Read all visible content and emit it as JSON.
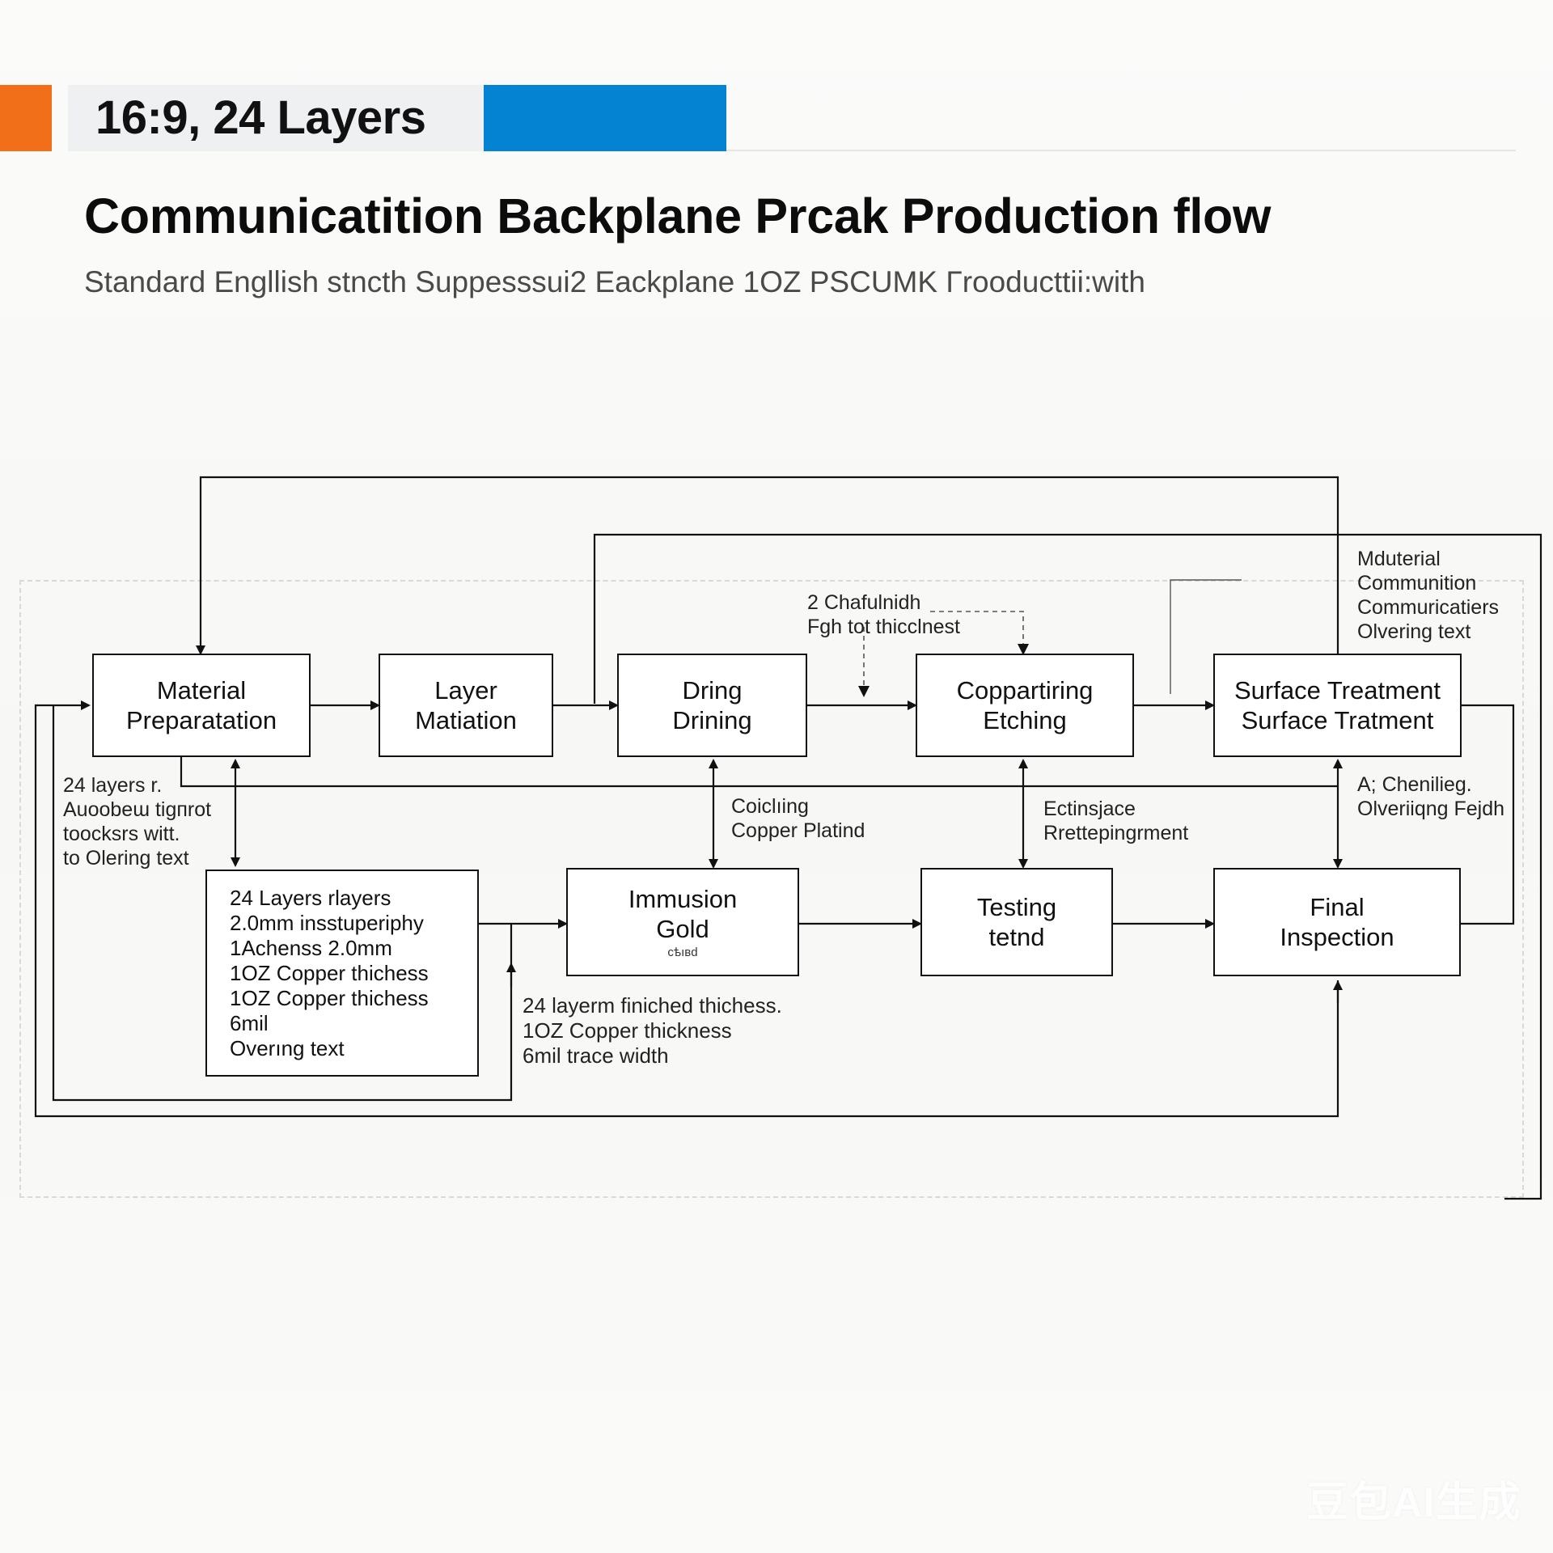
{
  "header": {
    "badge_title": "16:9, 24 Layers",
    "colors": {
      "orange": "#f26f1a",
      "blue": "#0383d1"
    }
  },
  "title": "Communicatition Backplane Prcak Production flow",
  "subtitle": "Standard Engllish stncth Suppesssui2 Eackplane 1OZ PSCUΜK Γroоducttiі:with",
  "process_boxes": {
    "material_preparation": [
      "Material",
      "Preparatation"
    ],
    "layer_matiation": [
      "Layer",
      "Matiation"
    ],
    "dring_drining": [
      "Dring",
      "Drining"
    ],
    "coppartiring_etching": [
      "Coppartiring",
      "Etching"
    ],
    "surface_treatment": [
      "Surface Treatment",
      "Surface Tratment"
    ],
    "immusion_gold": [
      "Immusion",
      "Gold"
    ],
    "immusion_gold_small": "сѣıвd",
    "testing": [
      "Testing",
      "tetnd"
    ],
    "final_inspection": [
      "Final",
      "Inspection"
    ]
  },
  "spec_box_lines": [
    "24 Layers rlayers",
    "2.0mm insstuperiphy",
    "1Achenss 2.0mm",
    "1OZ Copper thichess",
    "1OZ Copper thichess",
    "6mil",
    "Overıng text"
  ],
  "notes": {
    "left_layers": [
      "24 layers r.",
      "Auoobeɯ tigпrot",
      "toocksrs witt.",
      "to Olering text"
    ],
    "coiching_copper": [
      "Coiclıing",
      "Copper Platind"
    ],
    "etching_replacement": [
      "Ectinsjace",
      "Rrettepingrment"
    ],
    "chemical_overhang": [
      "A; Chenilieg.",
      "Olveriiqng Fejdh"
    ],
    "top_thickness": [
      "2 Chafulnidh",
      "Fgh tot thicclnest"
    ],
    "top_right": [
      "Mduterial",
      "Communition",
      "Commuricatiers",
      "Olvering text"
    ],
    "finished_specs": [
      "24 layerm finiched thichess.",
      "1OZ Copper thickness",
      "6mil trace width"
    ]
  },
  "watermark": "豆包AI生成"
}
